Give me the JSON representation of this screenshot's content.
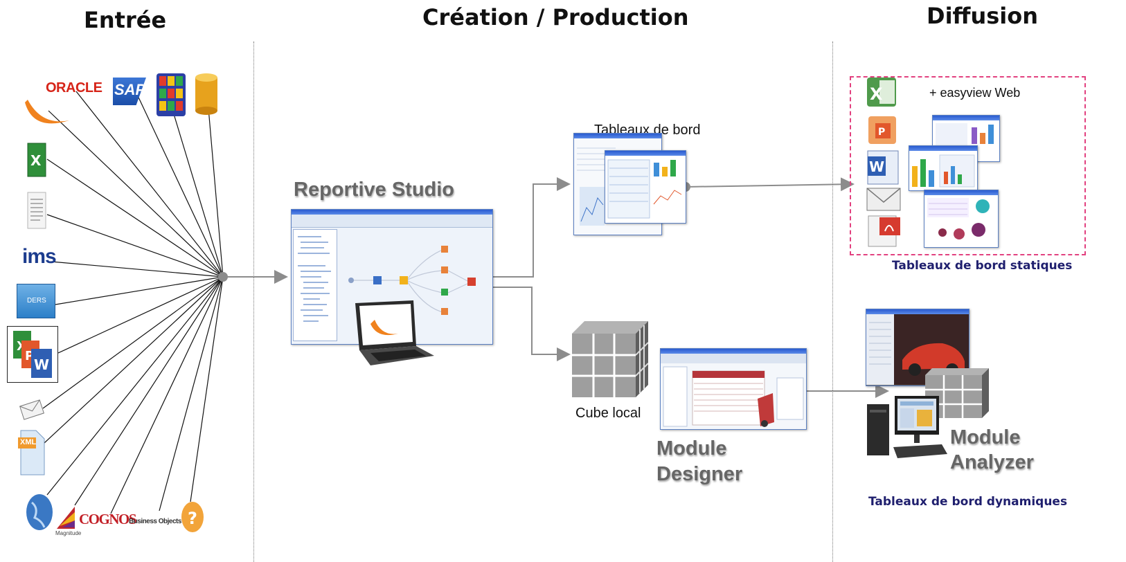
{
  "columns": {
    "input": "Entrée",
    "creation": "Création / Production",
    "diffusion": "Diffusion"
  },
  "sources": {
    "oracle": "ORACLE",
    "sap": "SAP",
    "ims": "ims",
    "cognos": "COGNOS",
    "business_objects": "Business Objects",
    "magnitude": "Magnitude",
    "ders": "DERS",
    "xml": "XML"
  },
  "studio": {
    "title": "Reportive Studio"
  },
  "dashboards": {
    "label": "Tableaux de bord"
  },
  "cube": {
    "label": "Cube local"
  },
  "designer": {
    "line1": "Module",
    "line2": "Designer"
  },
  "diffusion": {
    "easyview": "+ easyview Web",
    "static_caption": "Tableaux de bord statiques",
    "analyzer_line1": "Module",
    "analyzer_line2": "Analyzer",
    "dynamic_caption": "Tableaux de bord dynamiques"
  },
  "colors": {
    "title_gray": "#666666",
    "caption_navy": "#1f1f6e",
    "dashed_border": "#e2407f",
    "arrow_gray": "#8c8c8c"
  }
}
